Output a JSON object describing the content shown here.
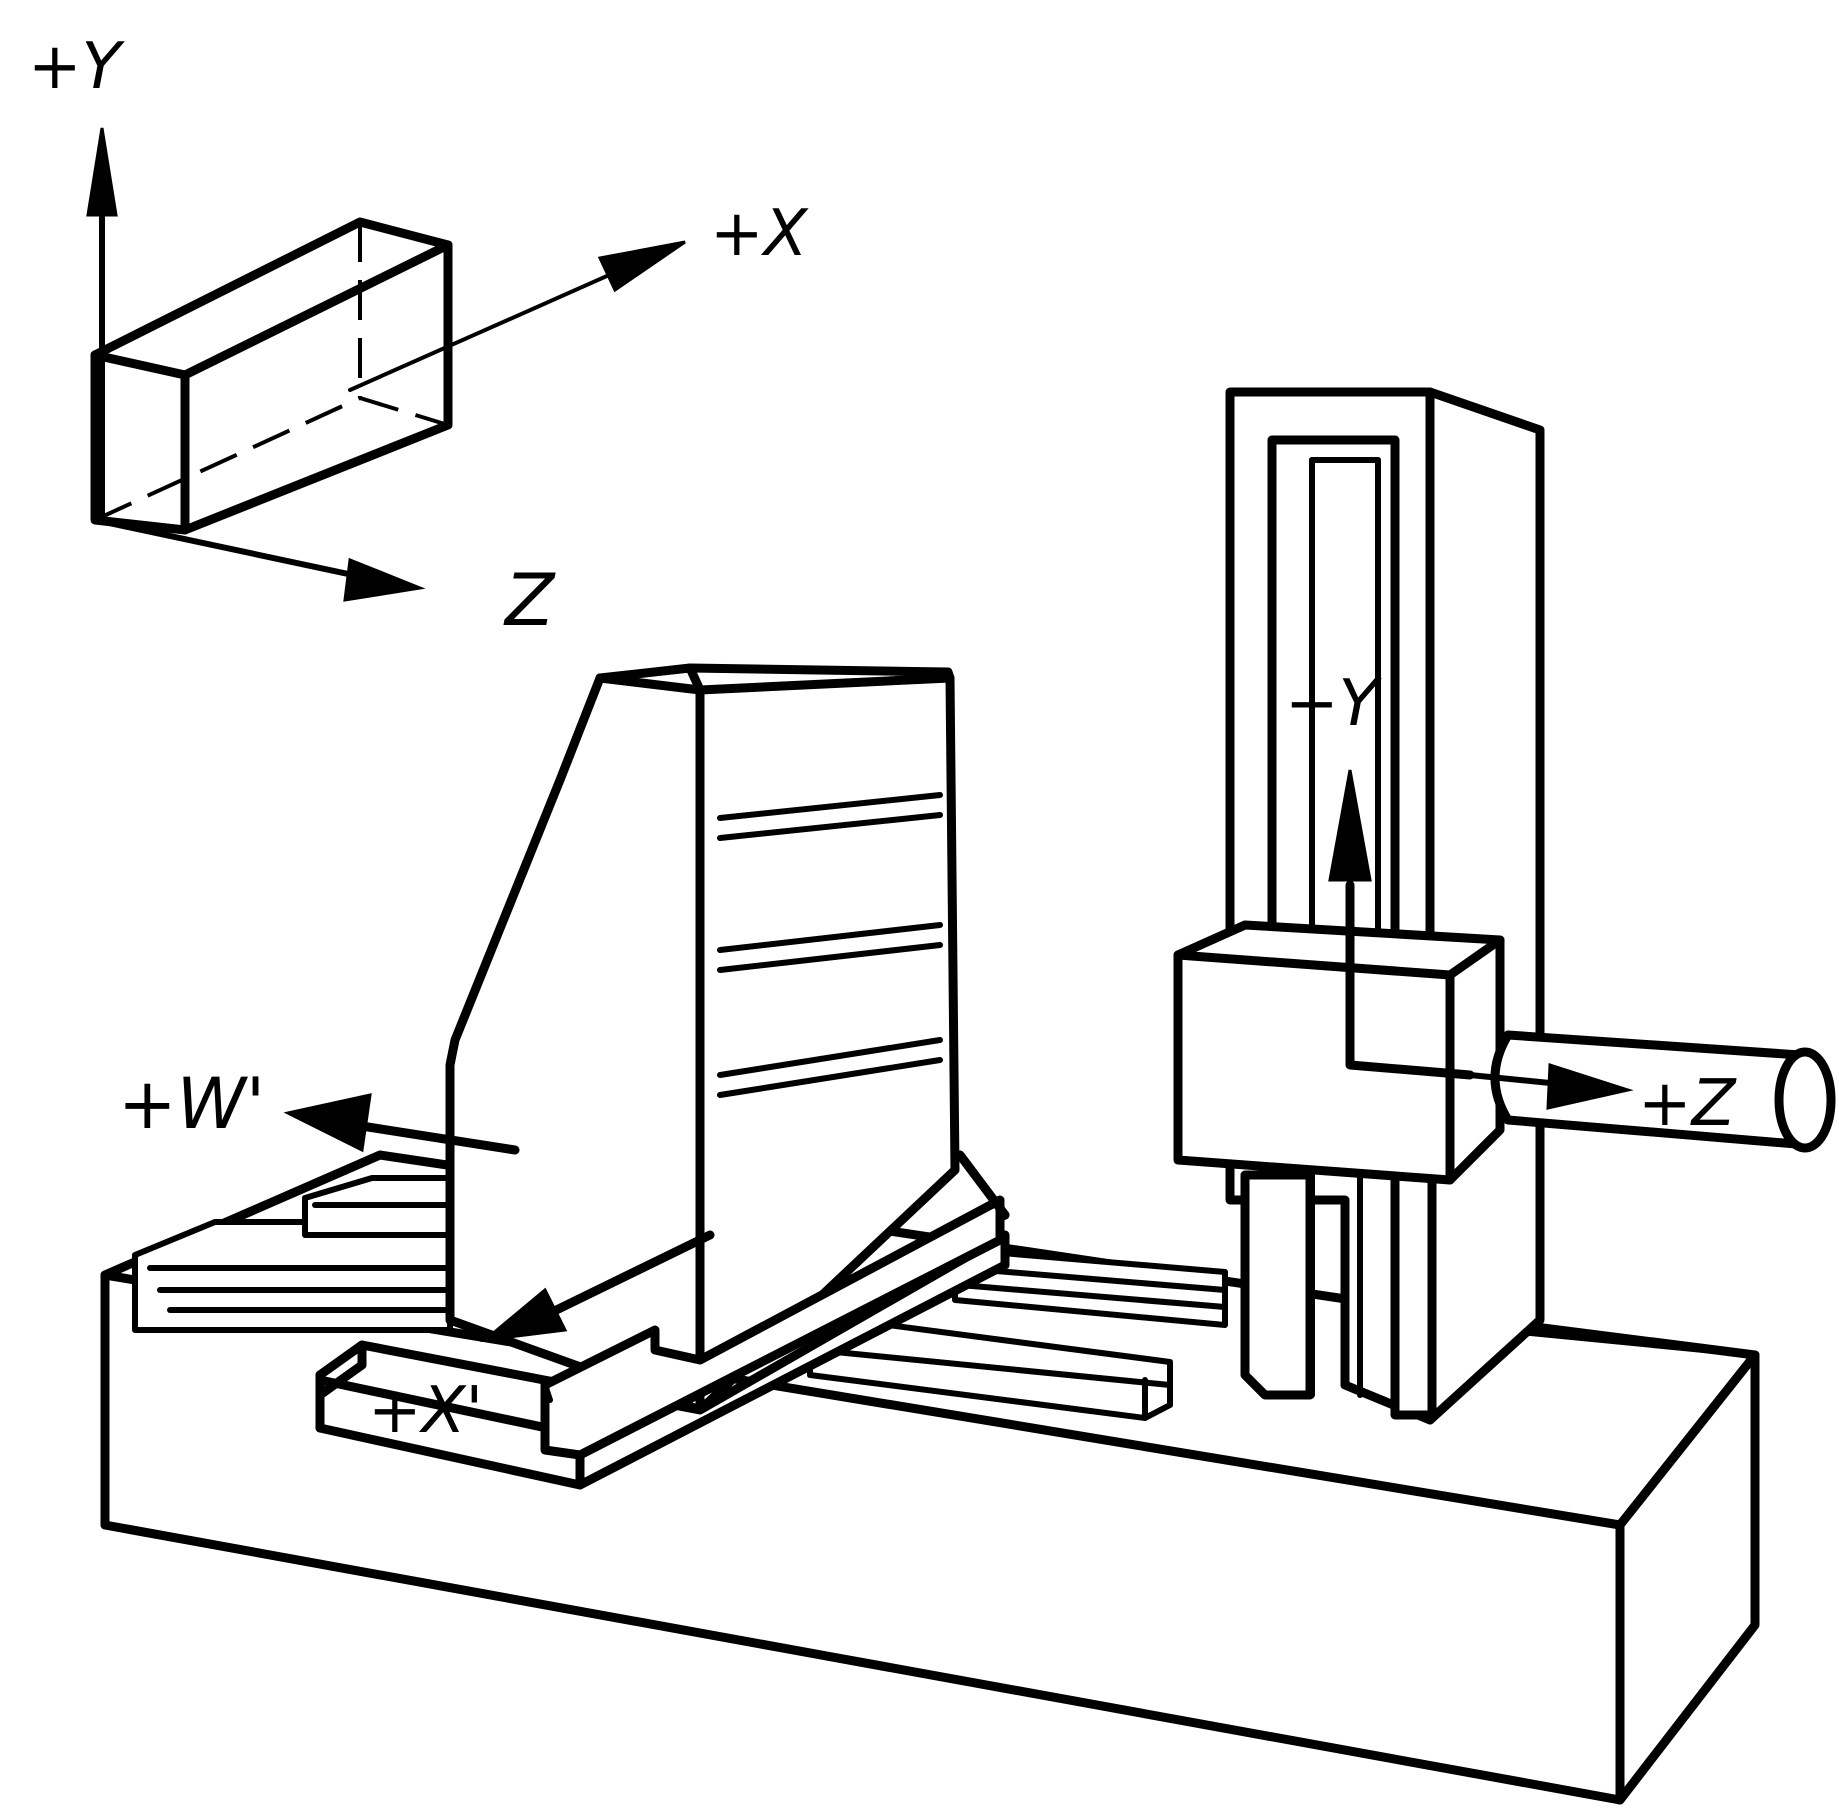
{
  "labels": {
    "ref_y": "+Y",
    "ref_x": "+X",
    "ref_z": "Z",
    "column_y": "+Y",
    "spindle_z": "+Z",
    "table_w": "+W'",
    "table_x": "+X'"
  }
}
